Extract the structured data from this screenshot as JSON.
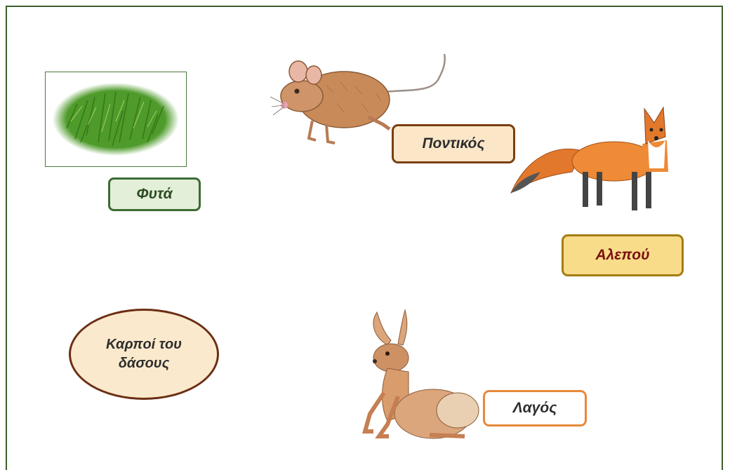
{
  "labels": {
    "plants": "Φυτά",
    "mouse": "Ποντικός",
    "fox": "Αλεπού",
    "rabbit": "Λαγός",
    "forest_fruits": "Καρποί του δάσους"
  },
  "images": {
    "grass": "grass-image",
    "mouse": "mouse-drawing",
    "fox": "fox-drawing",
    "rabbit": "rabbit-drawing"
  },
  "colors": {
    "frame_border": "#3b5e2b",
    "plants_border": "#3c6b33",
    "mouse_border": "#7a3e10",
    "fox_border": "#a47c12",
    "rabbit_border": "#e9883a",
    "fruits_border": "#6b2f14"
  }
}
